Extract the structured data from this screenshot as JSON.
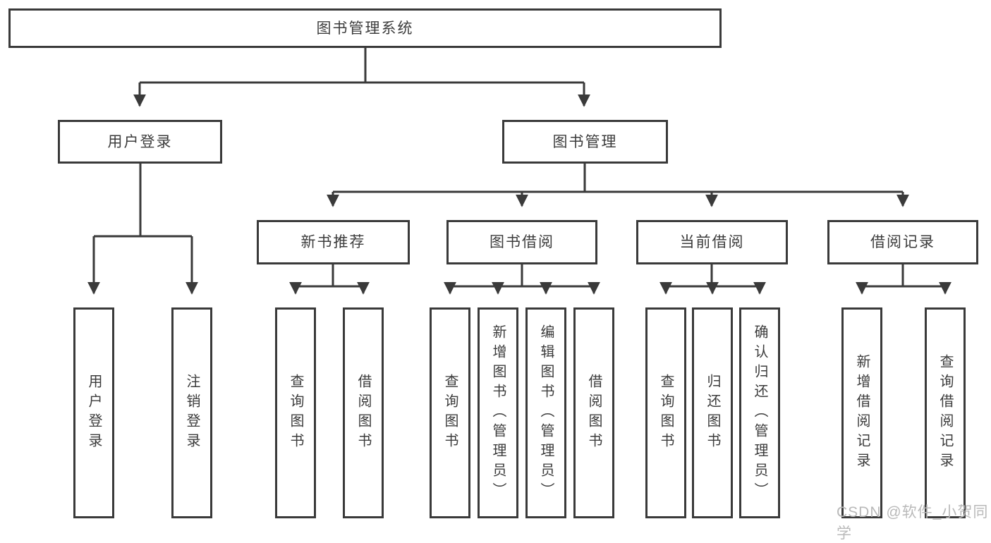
{
  "tree": {
    "root": "图书管理系统",
    "branches": [
      {
        "label": "用户登录",
        "children": [
          "用户登录",
          "注销登录"
        ]
      },
      {
        "label": "图书管理",
        "groups": [
          {
            "label": "新书推荐",
            "children": [
              "查询图书",
              "借阅图书"
            ]
          },
          {
            "label": "图书借阅",
            "children": [
              "查询图书",
              "新增图书（管理员）",
              "编辑图书（管理员）",
              "借阅图书"
            ]
          },
          {
            "label": "当前借阅",
            "children": [
              "查询图书",
              "归还图书",
              "确认归还（管理员）"
            ]
          },
          {
            "label": "借阅记录",
            "children": [
              "新增借阅记录",
              "查询借阅记录"
            ]
          }
        ]
      }
    ]
  },
  "watermark": {
    "text": "CSDN @软件_小贺同学"
  },
  "colors": {
    "line": "#3a3a3a",
    "border": "#3a3a3a",
    "fill": "#ffffff",
    "text": "#3c3c3c",
    "watermark": "#b9b9b9"
  }
}
